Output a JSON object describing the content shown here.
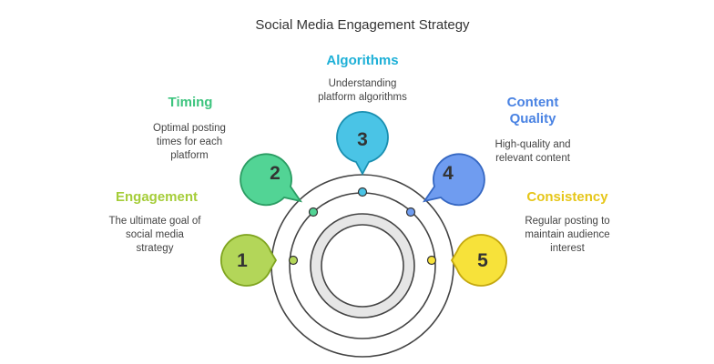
{
  "title": "Social Media Engagement Strategy",
  "steps": [
    {
      "number": "1",
      "heading": "Engagement",
      "lines": [
        "The ultimate goal of",
        "social media",
        "strategy"
      ],
      "color": "#a5cd39",
      "fill": "#b3d659",
      "stroke": "#7fa41f"
    },
    {
      "number": "2",
      "heading": "Timing",
      "lines": [
        "Optimal posting",
        "times for each",
        "platform"
      ],
      "color": "#3dc47e",
      "fill": "#52d495",
      "stroke": "#2a9c62"
    },
    {
      "number": "3",
      "heading": "Algorithms",
      "lines": [
        "Understanding",
        "platform algorithms"
      ],
      "color": "#1eb0d7",
      "fill": "#4ac4e6",
      "stroke": "#1a8fb0"
    },
    {
      "number": "4",
      "heading": "Content Quality",
      "heading_lines": [
        "Content",
        "Quality"
      ],
      "lines": [
        "High-quality and",
        "relevant content"
      ],
      "color": "#4a83e3",
      "fill": "#6f9cf0",
      "stroke": "#3567c2"
    },
    {
      "number": "5",
      "heading": "Consistency",
      "lines": [
        "Regular posting to",
        "maintain audience",
        "interest"
      ],
      "color": "#e6c619",
      "fill": "#f7e23a",
      "stroke": "#c4a80f"
    }
  ]
}
